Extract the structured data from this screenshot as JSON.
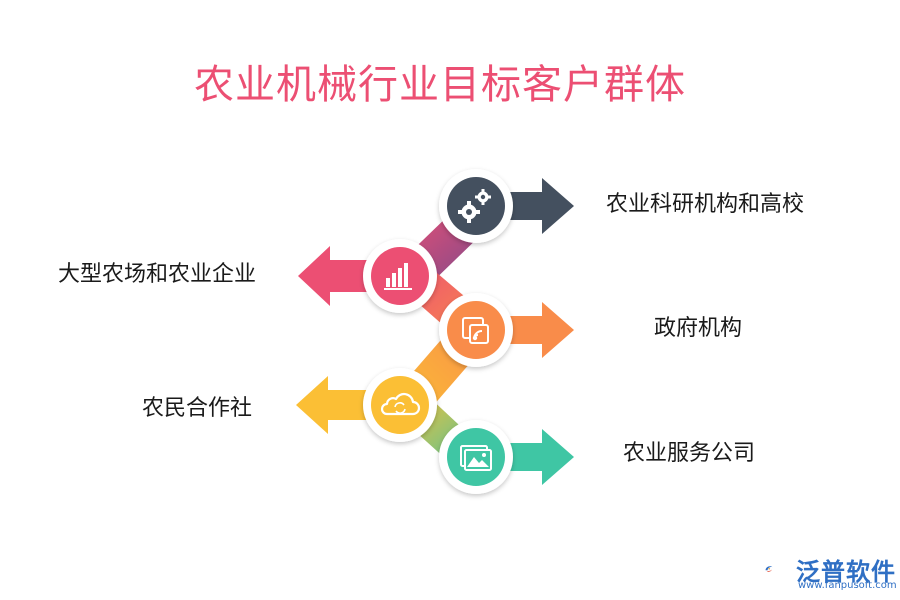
{
  "title": "农业机械行业目标客户群体",
  "colors": {
    "title": "#ec4f73",
    "navy": "#44505f",
    "pink": "#ec4f73",
    "orange": "#f98c4a",
    "yellow": "#fbbf35",
    "teal": "#3fc6a4",
    "purple": "#7b4a8c"
  },
  "items": [
    {
      "label": "农业科研机构和高校",
      "icon": "gears-icon",
      "color": "#44505f",
      "direction": "right"
    },
    {
      "label": "大型农场和农业企业",
      "icon": "bar-chart-icon",
      "color": "#ec4f73",
      "direction": "left"
    },
    {
      "label": "政府机构",
      "icon": "document-signal-icon",
      "color": "#f98c4a",
      "direction": "right"
    },
    {
      "label": "农民合作社",
      "icon": "cloud-sync-icon",
      "color": "#fbbf35",
      "direction": "left"
    },
    {
      "label": "农业服务公司",
      "icon": "image-gallery-icon",
      "color": "#3fc6a4",
      "direction": "right"
    }
  ],
  "logo": {
    "name": "泛普软件",
    "url": "www.fanpusoft.com"
  }
}
